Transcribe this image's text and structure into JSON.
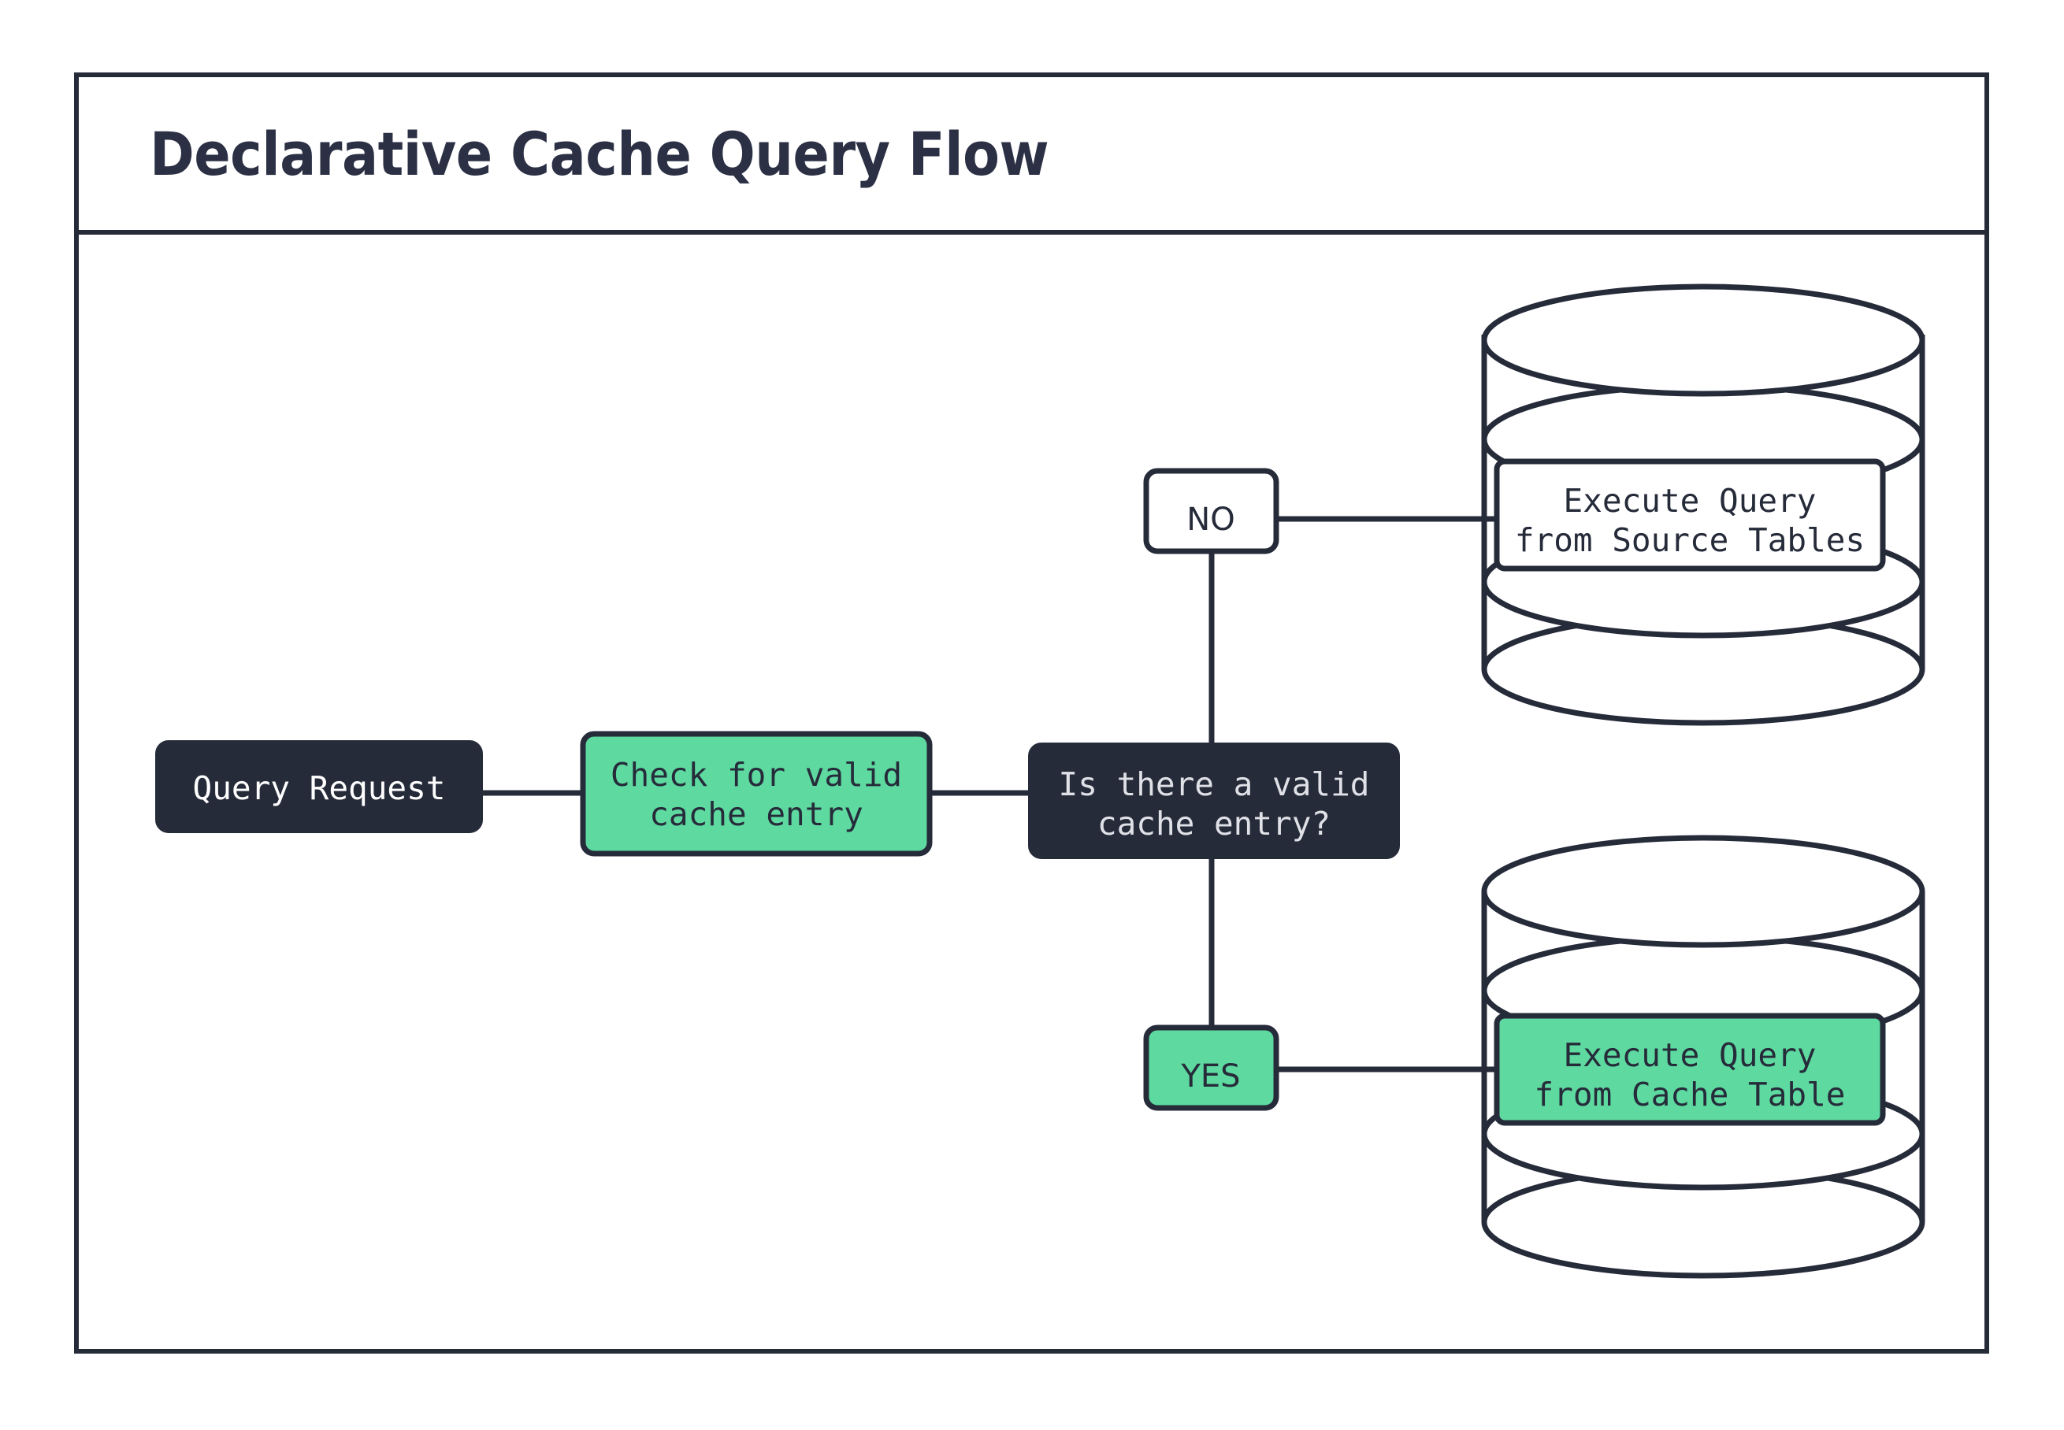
{
  "page": {
    "background_color": "#ffffff",
    "frame_border_color": "#262b3a"
  },
  "header": {
    "title": "Declarative Cache Query Flow"
  },
  "theme": {
    "dark": "#262b3a",
    "green": "#5ed9a0",
    "white": "#ffffff",
    "text_on_dark": "#ffffff",
    "text_on_dark_dim": "#dfe1e6"
  },
  "flow": {
    "nodes": [
      {
        "id": "query-request",
        "label": "Query Request",
        "style": "dark",
        "shape": "rounded-rect"
      },
      {
        "id": "check-cache",
        "label_line1": "Check for valid",
        "label_line2": "cache entry",
        "style": "green",
        "shape": "rounded-rect"
      },
      {
        "id": "decision-valid-cache",
        "label_line1": "Is there a valid",
        "label_line2": "cache entry?",
        "style": "dark",
        "shape": "rounded-rect"
      },
      {
        "id": "execute-source",
        "label_line1": "Execute Query",
        "label_line2": "from Source Tables",
        "style": "white",
        "shape": "database-cylinder"
      },
      {
        "id": "execute-cache",
        "label_line1": "Execute Query",
        "label_line2": "from Cache Table",
        "style": "green",
        "shape": "database-cylinder"
      }
    ],
    "edge_labels": [
      {
        "id": "branch-no",
        "label": "NO",
        "style": "white"
      },
      {
        "id": "branch-yes",
        "label": "YES",
        "style": "green"
      }
    ]
  }
}
